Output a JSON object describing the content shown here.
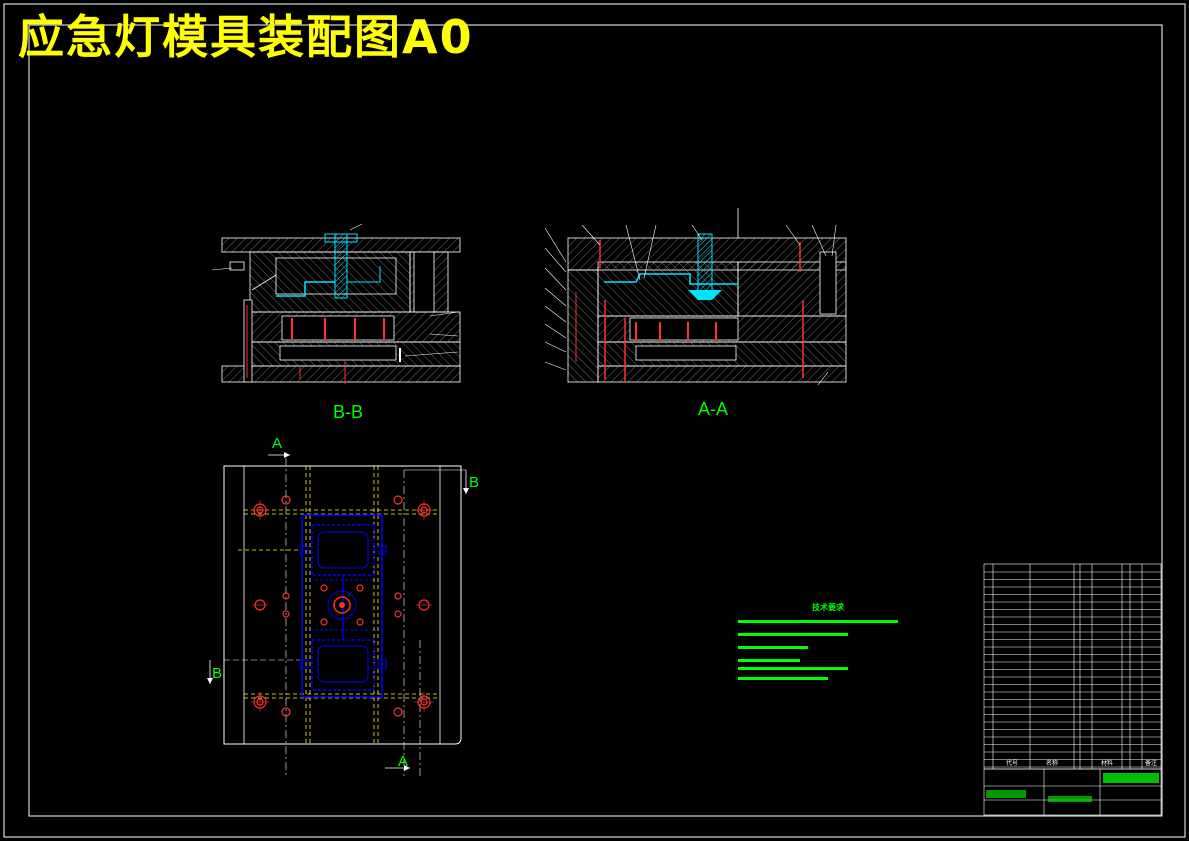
{
  "drawing": {
    "title": "应急灯模具装配图A0"
  },
  "views": {
    "section_bb_label": "B-B",
    "section_aa_label": "A-A",
    "cut_marker_a_top": "A",
    "cut_marker_a_bottom": "A",
    "cut_marker_b_right": "B",
    "cut_marker_b_left": "B"
  },
  "tech_notes": {
    "heading": "技术要求"
  },
  "title_block": {
    "col_code": "代号",
    "col_name": "名称",
    "col_material": "材料",
    "col_note": "备注"
  },
  "colors": {
    "background": "#000000",
    "frame": "#ffffff",
    "title": "#ffff00",
    "section_label": "#00ff00",
    "insert_highlight": "#00e5ff",
    "cavity_layout": "#0000ff",
    "pins": "#ff3030",
    "dim_lines": "#ffff00",
    "tech_notes_text": "#00ff00"
  }
}
